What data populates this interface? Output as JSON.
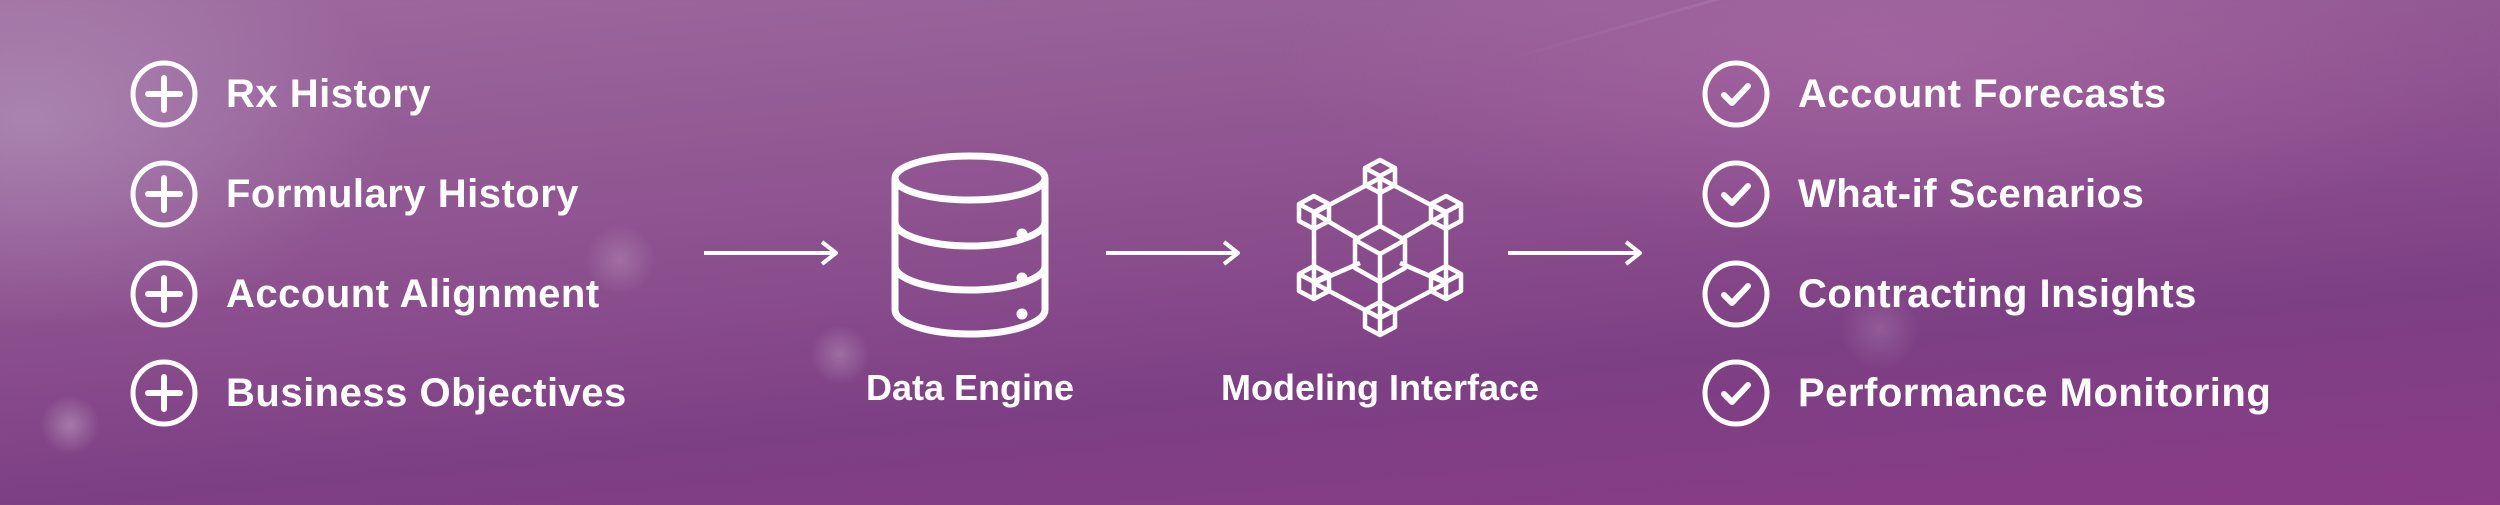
{
  "inputs": [
    {
      "label": "Rx History",
      "icon": "plus-circle-icon"
    },
    {
      "label": "Formulary History",
      "icon": "plus-circle-icon"
    },
    {
      "label": "Account Alignment",
      "icon": "plus-circle-icon"
    },
    {
      "label": "Business Objectives",
      "icon": "plus-circle-icon"
    }
  ],
  "engine": {
    "label": "Data Engine",
    "icon": "database-icon"
  },
  "model": {
    "label": "Modeling Interface",
    "icon": "cube-network-icon"
  },
  "outputs": [
    {
      "label": "Account Forecasts",
      "icon": "check-circle-icon"
    },
    {
      "label": "What-if Scenarios",
      "icon": "check-circle-icon"
    },
    {
      "label": "Contracting Insights",
      "icon": "check-circle-icon"
    },
    {
      "label": "Performance Monitoring",
      "icon": "check-circle-icon"
    }
  ],
  "colors": {
    "text": "#ffffff",
    "background_start": "#9d6a9e",
    "background_end": "#8a3c86"
  }
}
